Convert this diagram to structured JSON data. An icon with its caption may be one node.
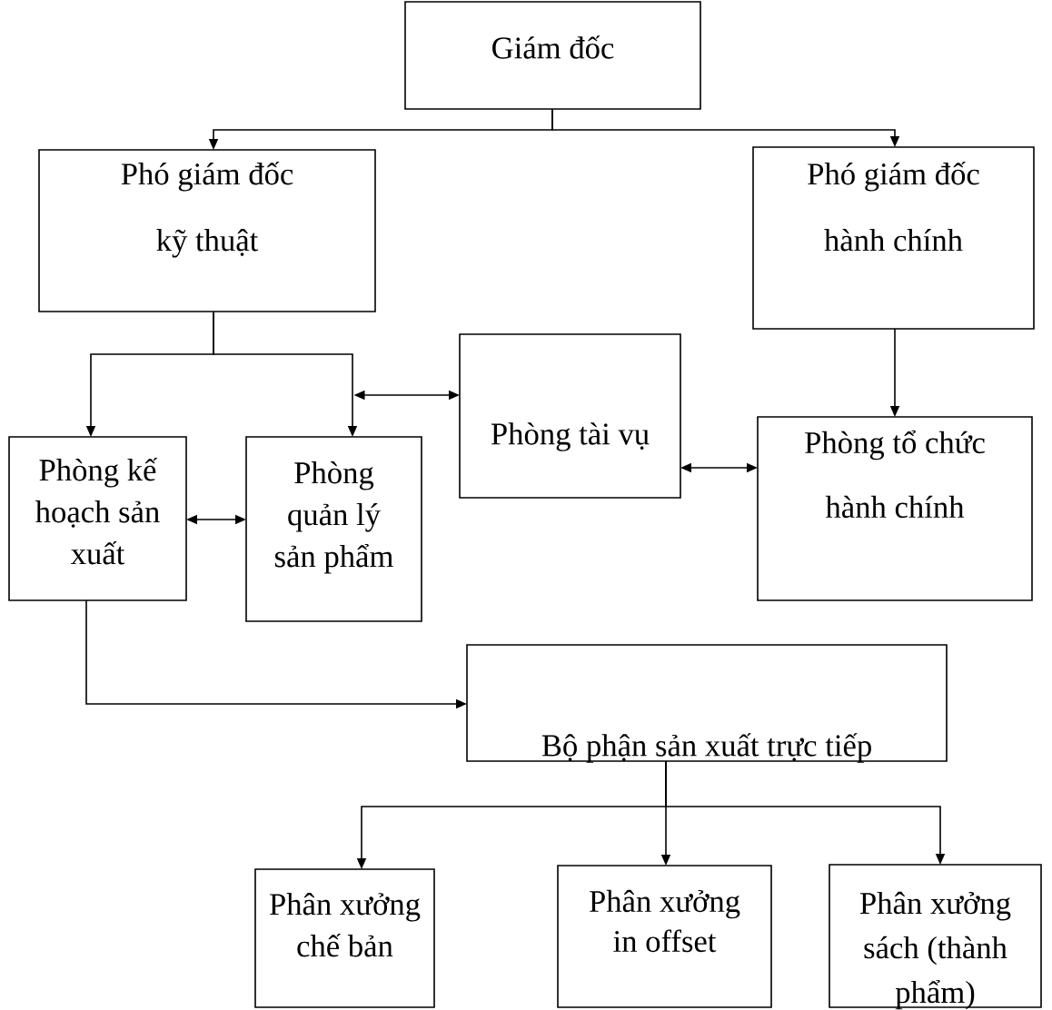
{
  "diagram": {
    "nodes": [
      {
        "text": [
          "Giám đốc"
        ]
      },
      {
        "text": [
          "Phó giám đốc kỹ thuật"
        ]
      },
      {
        "text": [
          "Phó giám đốc hành chính"
        ]
      },
      {
        "text": [
          "Phòng tài vụ"
        ]
      },
      {
        "text": [
          "Phòng kế hoạch sản xuất"
        ]
      },
      {
        "text": [
          "Phòng quản lý sản phẩm"
        ]
      },
      {
        "text": [
          "Phòng tổ chức hành chính"
        ]
      },
      {
        "text": [
          "Bộ phận sản xuất trực tiếp"
        ]
      },
      {
        "text": [
          "Phân xưởng chế bản"
        ]
      },
      {
        "text": [
          "Phân xưởng in offset"
        ]
      },
      {
        "text": [
          "Phân xưởng sách (thành phẩm)"
        ]
      }
    ],
    "edges": [
      {
        "from": 0,
        "to": 1,
        "arrow": "to"
      },
      {
        "from": 0,
        "to": 2,
        "arrow": "to"
      },
      {
        "from": 1,
        "to": 4,
        "arrow": "to"
      },
      {
        "from": 1,
        "to": 5,
        "arrow": "to"
      },
      {
        "from": 3,
        "to": 5,
        "arrow": "both"
      },
      {
        "from": 4,
        "to": 5,
        "arrow": "both"
      },
      {
        "from": 3,
        "to": 6,
        "arrow": "both"
      },
      {
        "from": 2,
        "to": 6,
        "arrow": "to"
      },
      {
        "from": 4,
        "to": 7,
        "arrow": "to"
      },
      {
        "from": 7,
        "to": 8,
        "arrow": "to"
      },
      {
        "from": 7,
        "to": 9,
        "arrow": "to"
      },
      {
        "from": 7,
        "to": 10,
        "arrow": "to"
      }
    ]
  }
}
